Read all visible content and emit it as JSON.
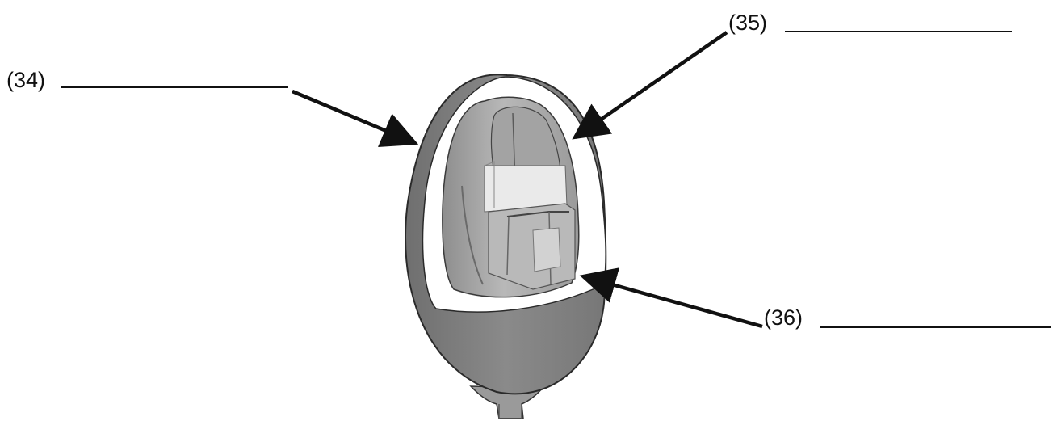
{
  "labels": [
    {
      "id": "34",
      "text": "(34)"
    },
    {
      "id": "35",
      "text": "(35)"
    },
    {
      "id": "36",
      "text": "(36)"
    }
  ],
  "colors": {
    "outer_layer": "#7d7d7d",
    "middle_layer": "#ffffff",
    "inner_body": "#a9a9a9",
    "inner_highlight": "#e4e4e4",
    "arrow": "#111111"
  }
}
